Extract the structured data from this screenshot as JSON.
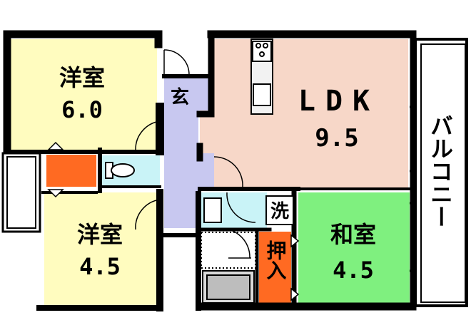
{
  "rooms": {
    "western1": {
      "name": "洋室",
      "size": "6.0"
    },
    "western2": {
      "name": "洋室",
      "size": "4.5"
    },
    "ldk": {
      "name": "LDK",
      "size": "9.5"
    },
    "japanese": {
      "name": "和室",
      "size": "4.5"
    },
    "entrance": {
      "label": "玄"
    },
    "laundry": {
      "label": "洗"
    },
    "closet": {
      "label": "押入"
    },
    "balcony": {
      "label": "バルコニー"
    }
  },
  "colors": {
    "western": "#fffcbf",
    "ldk": "#f7d7c8",
    "japanese": "#7ff07f",
    "corridor": "#c8c8f0",
    "wet": "#c9f3f7",
    "closet": "#ff6a22",
    "wall": "#000000"
  }
}
